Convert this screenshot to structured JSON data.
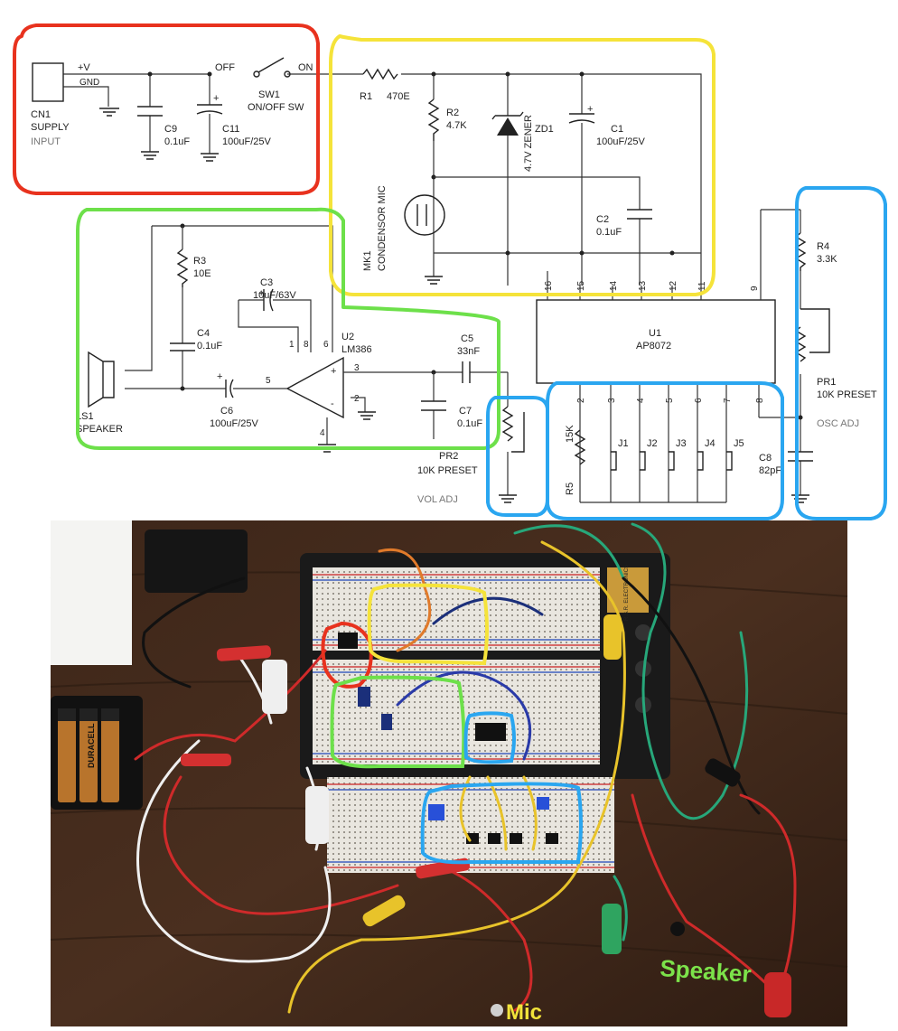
{
  "schematic": {
    "supply": {
      "ref": "CN1",
      "label1": "SUPPLY",
      "label2": "INPUT",
      "pos": "+V",
      "gnd": "GND"
    },
    "c9": {
      "ref": "C9",
      "value": "0.1uF"
    },
    "c11": {
      "ref": "C11",
      "value": "100uF/25V",
      "polarity": "+"
    },
    "sw1": {
      "ref": "SW1",
      "value": "ON/OFF SW",
      "off": "OFF",
      "on": "ON"
    },
    "r1": {
      "ref": "R1",
      "value": "470E"
    },
    "r2": {
      "ref": "R2",
      "value": "4.7K"
    },
    "zd1": {
      "ref": "ZD1",
      "value": "4.7V ZENER"
    },
    "c1": {
      "ref": "C1",
      "value": "100uF/25V",
      "polarity": "+"
    },
    "mk1": {
      "ref": "MK1",
      "value": "CONDENSOR MIC"
    },
    "c2": {
      "ref": "C2",
      "value": "0.1uF"
    },
    "r3": {
      "ref": "R3",
      "value": "10E"
    },
    "c3": {
      "ref": "C3",
      "value": "10uF/63V",
      "polarity": "+"
    },
    "c4": {
      "ref": "C4",
      "value": "0.1uF"
    },
    "u2": {
      "ref": "U2",
      "value": "LM386",
      "plus": "+",
      "minus": "-"
    },
    "c5": {
      "ref": "C5",
      "value": "33nF"
    },
    "c6": {
      "ref": "C6",
      "value": "100uF/25V",
      "polarity": "+"
    },
    "c7": {
      "ref": "C7",
      "value": "0.1uF"
    },
    "pr2": {
      "ref": "PR2",
      "value": "10K PRESET",
      "note": "VOL ADJ"
    },
    "ls1": {
      "ref": "LS1",
      "value": "SPEAKER"
    },
    "u1": {
      "ref": "U1",
      "value": "AP8072"
    },
    "r4": {
      "ref": "R4",
      "value": "3.3K"
    },
    "pr1": {
      "ref": "PR1",
      "value": "10K PRESET",
      "note": "OSC ADJ"
    },
    "r5": {
      "ref": "R5",
      "value": "15K"
    },
    "c8": {
      "ref": "C8",
      "value": "82pF"
    },
    "switches": [
      "J1",
      "J2",
      "J3",
      "J4",
      "J5"
    ],
    "u1_pins_top": [
      "16",
      "15",
      "14",
      "13",
      "12",
      "11",
      "9"
    ],
    "u1_pins_bottom": [
      "2",
      "3",
      "4",
      "5",
      "6",
      "7",
      "8"
    ],
    "u2_pins": [
      "1",
      "8",
      "6",
      "3",
      "2",
      "4",
      "5"
    ]
  },
  "photo": {
    "battery_brand": "DURACELL",
    "breadboard_label": "R.S.R. ELECTRONICS",
    "annotations": {
      "mic": "Mic",
      "speaker": "Speaker"
    }
  },
  "highlight_colors": {
    "power": "#e8321e",
    "mic": "#f5e33a",
    "amp": "#6de04a",
    "ic": "#2aa6f0"
  }
}
